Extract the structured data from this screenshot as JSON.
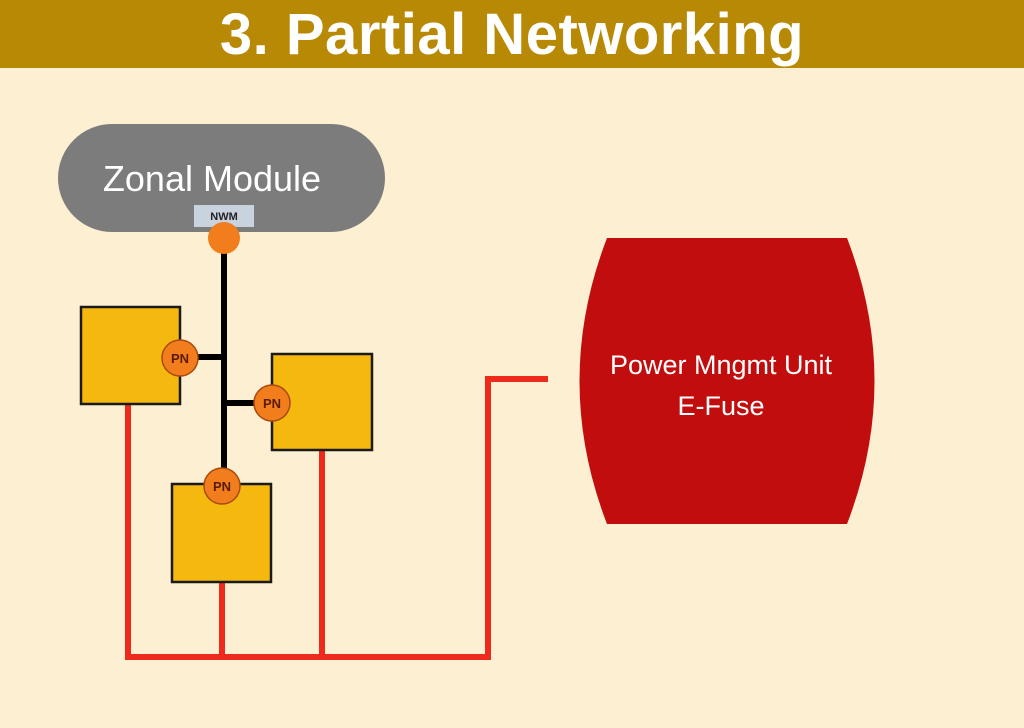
{
  "header": {
    "title": "3. Partial Networking"
  },
  "zonal_module": {
    "label": "Zonal Module",
    "nwm_label": "NWM"
  },
  "partial_network_nodes": [
    {
      "label": "PN"
    },
    {
      "label": "PN"
    },
    {
      "label": "PN"
    }
  ],
  "power_unit": {
    "line1": "Power Mngmt Unit",
    "line2": "E-Fuse"
  },
  "colors": {
    "background": "#fcefd2",
    "title_bar": "#b88905",
    "zonal_module": "#7c7c7c",
    "nwm_tag": "#c9d3e0",
    "node_box": "#f5b80f",
    "pn_circle": "#f27d1c",
    "power_unit": "#c10d0d",
    "power_line": "#ee2a1c",
    "bus_line": "#000000"
  }
}
